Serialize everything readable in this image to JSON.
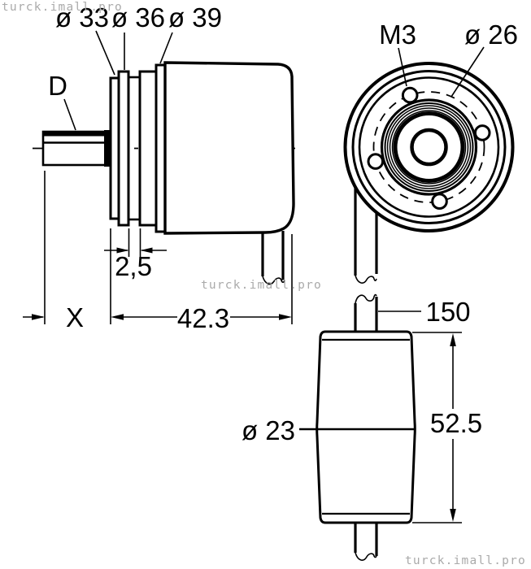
{
  "drawing": {
    "type": "technical-dimension-drawing",
    "product": "rotary encoder with synchro flange and cable",
    "units": "mm"
  },
  "watermark": {
    "text": "turck.imall.pro",
    "color": "#aaaaaa"
  },
  "side_view": {
    "labels": {
      "dia33": "ø 33",
      "dia36": "ø 36",
      "dia39": "ø 39",
      "shaft_diameter": "D",
      "groove_width": "2,5",
      "shaft_length": "X",
      "body_length": "42.3"
    }
  },
  "front_view": {
    "labels": {
      "thread": "M3",
      "bolt_circle": "ø 26"
    }
  },
  "bottom_view": {
    "labels": {
      "cable_length": "150",
      "connector_diameter": "ø 23",
      "connector_length": "52.5"
    }
  },
  "colors": {
    "line": "#000000",
    "background": "#ffffff",
    "watermark": "#aaaaaa"
  }
}
